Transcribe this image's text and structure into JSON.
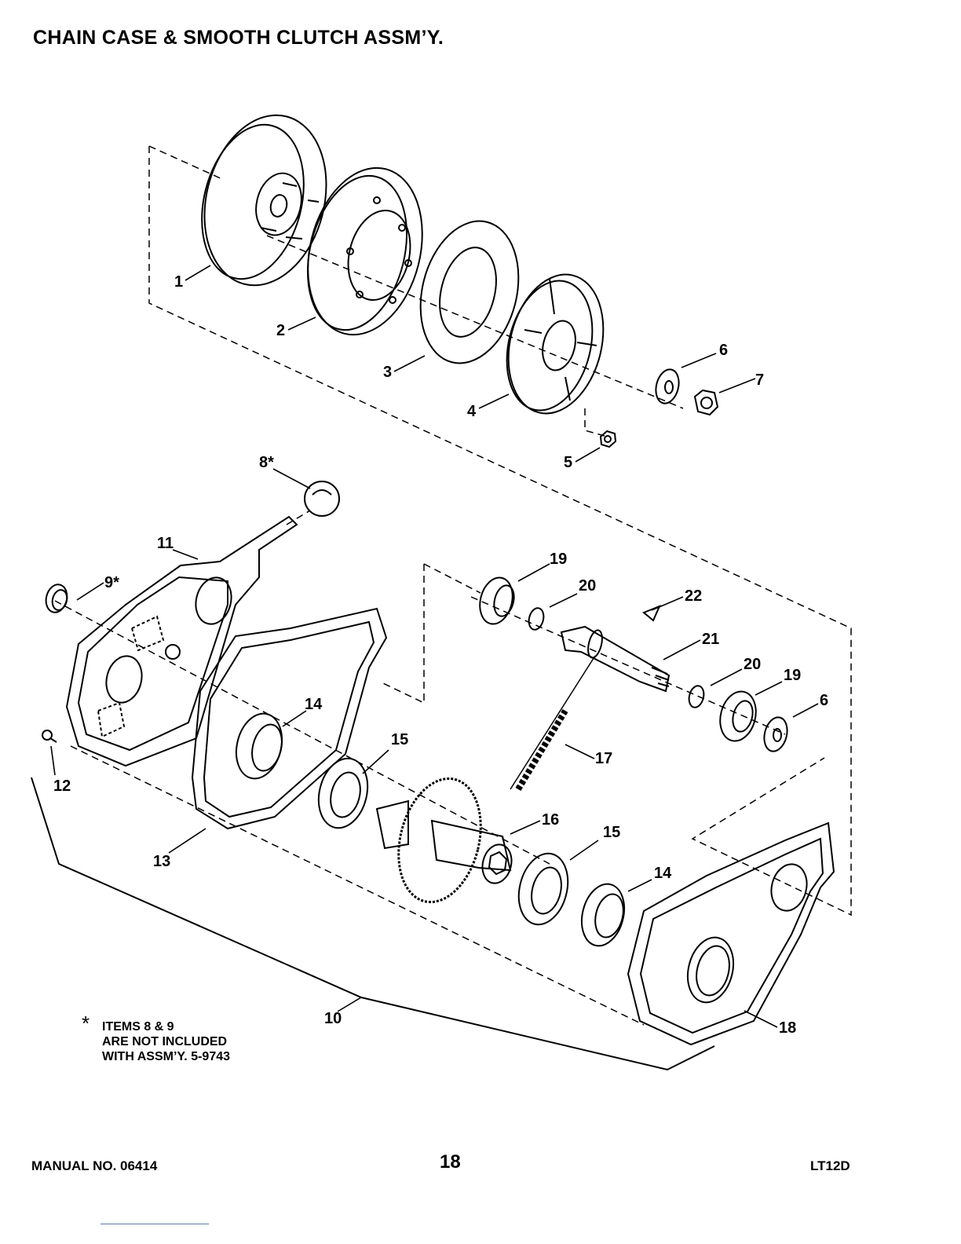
{
  "title": "CHAIN CASE & SMOOTH CLUTCH ASSM’Y.",
  "callouts": [
    "1",
    "2",
    "3",
    "4",
    "5",
    "6",
    "7",
    "8*",
    "9*",
    "10",
    "11",
    "12",
    "13",
    "14",
    "14",
    "15",
    "15",
    "16",
    "17",
    "18",
    "19",
    "19",
    "20",
    "20",
    "21",
    "22",
    "6"
  ],
  "note": {
    "symbol": "*",
    "lines": [
      "ITEMS 8 & 9",
      "ARE NOT INCLUDED",
      "WITH ASSM’Y. 5-9743"
    ]
  },
  "footer": {
    "manual": "MANUAL NO. 06414",
    "page": "18",
    "model": "LT12D"
  }
}
